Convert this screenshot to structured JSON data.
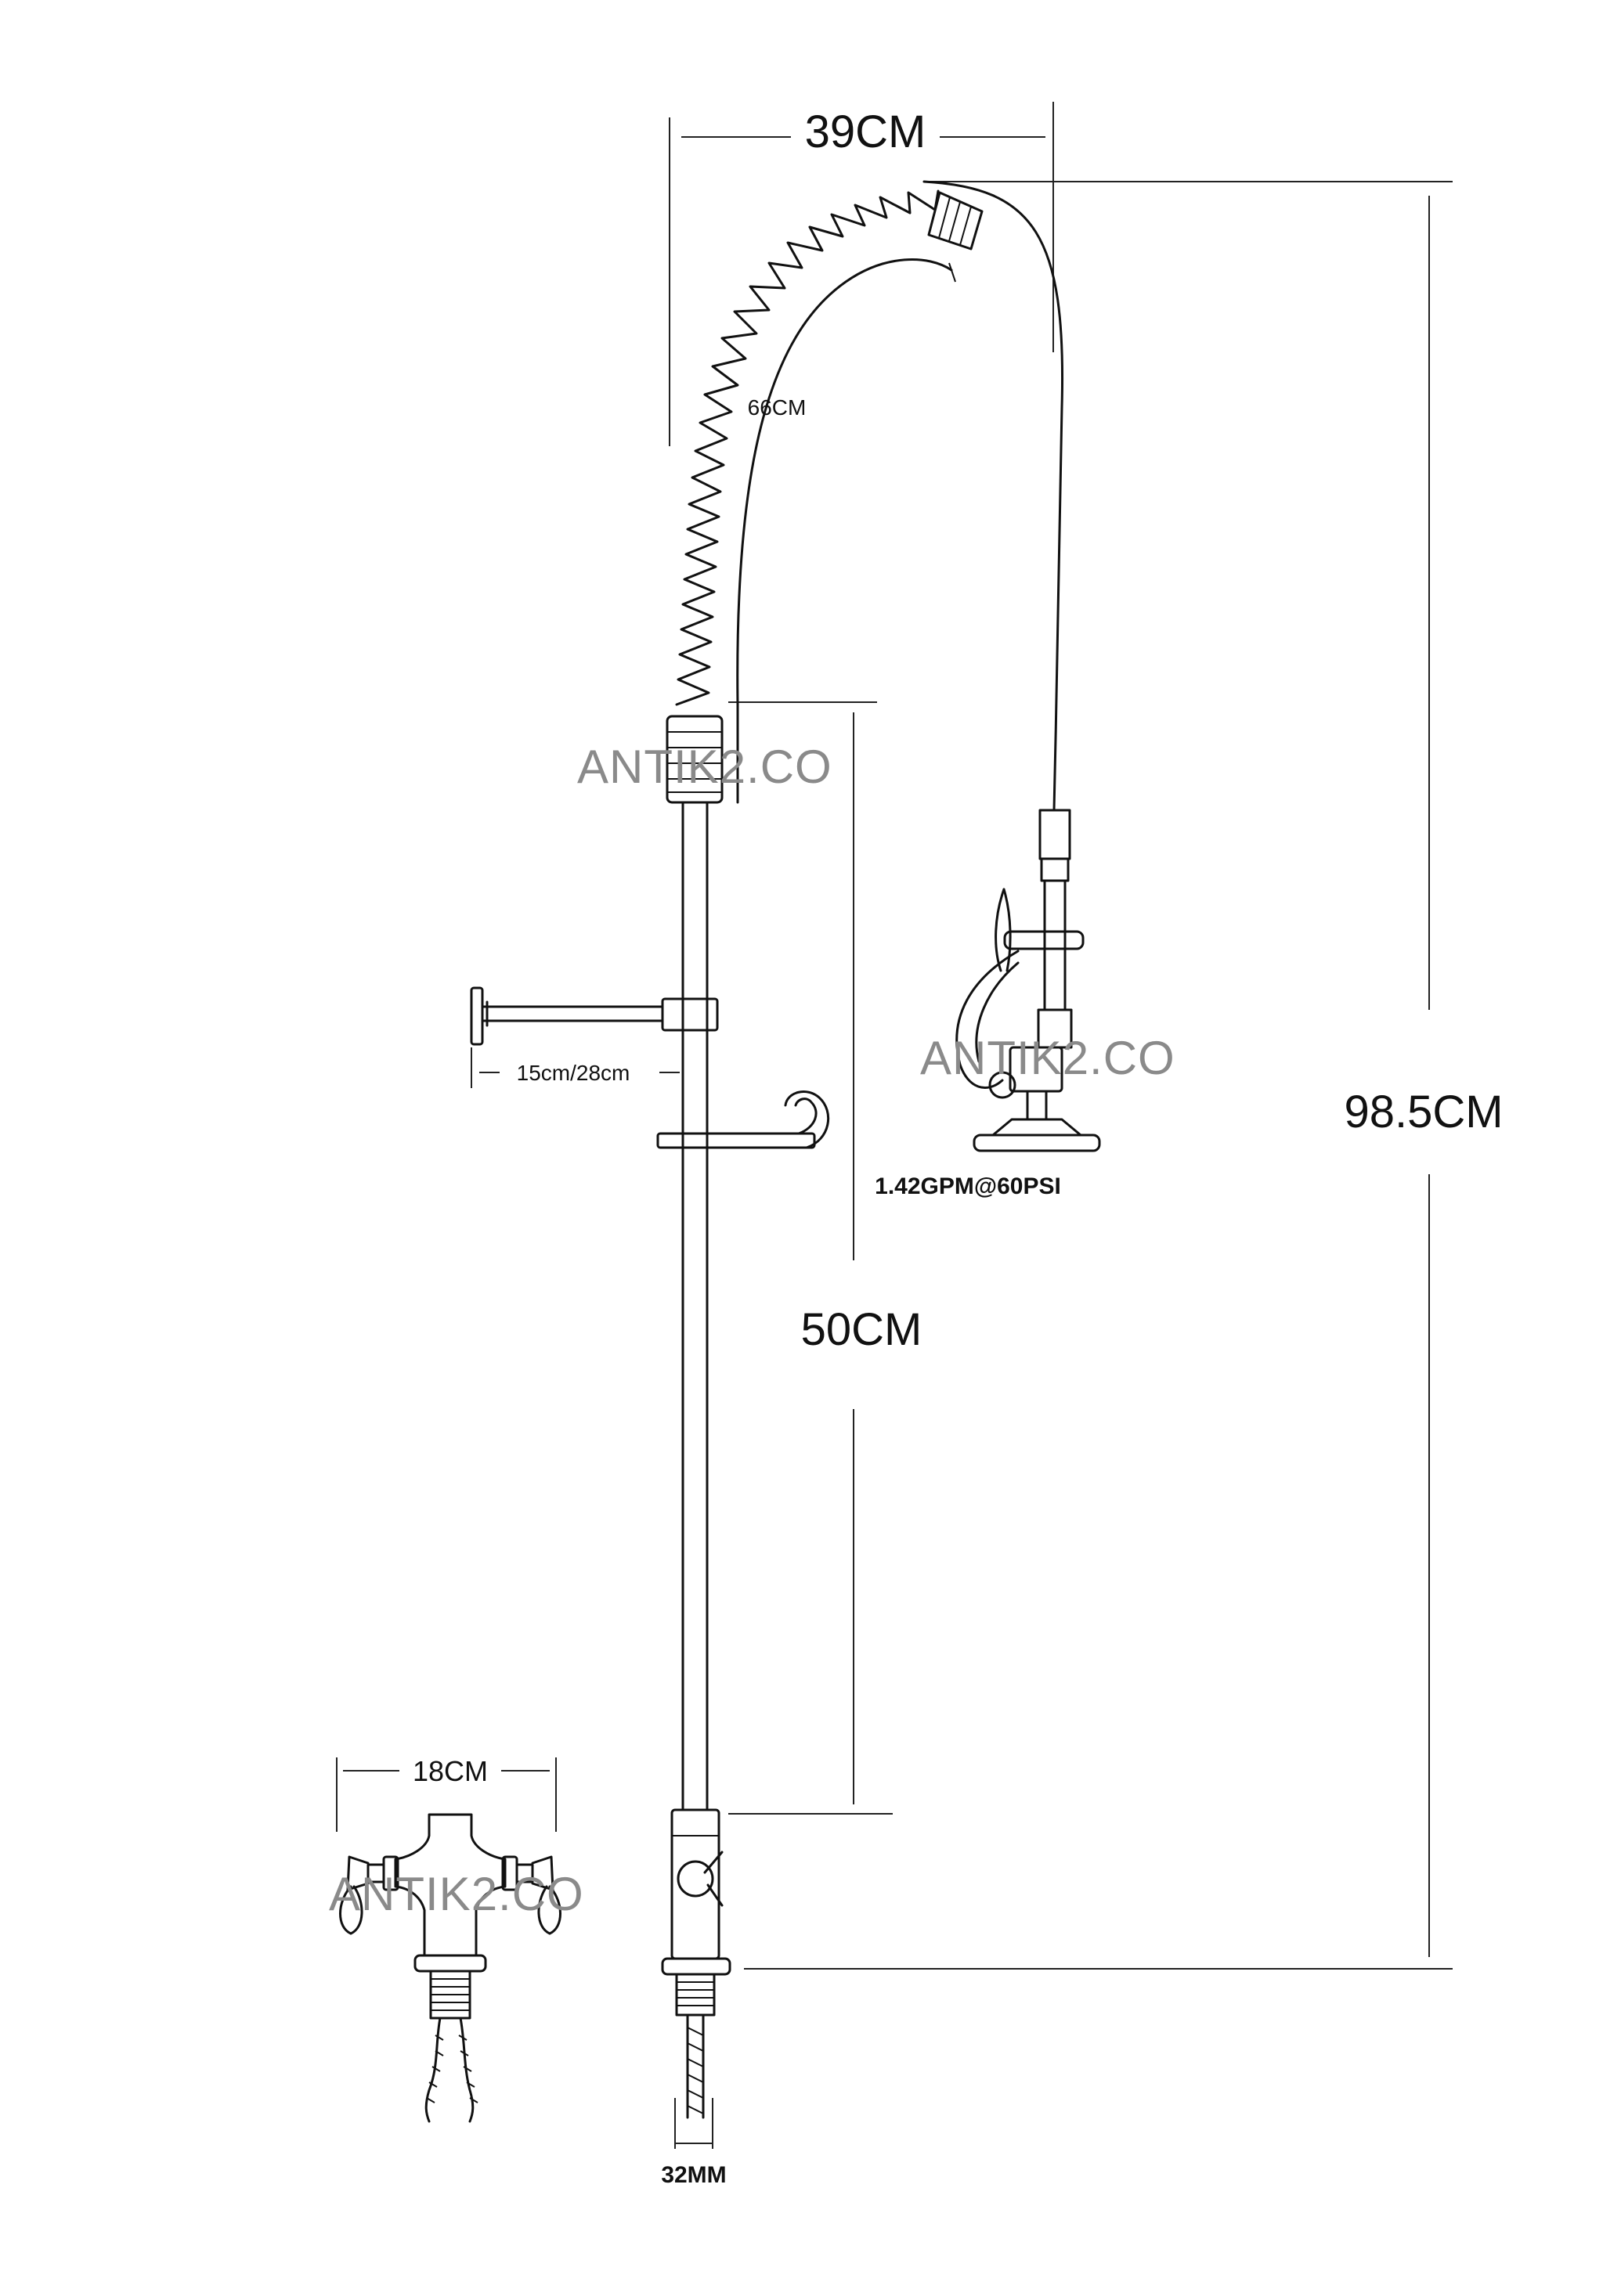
{
  "dimensions": {
    "top_width": "39CM",
    "spring_length": "66CM",
    "total_height": "98.5CM",
    "riser_height": "50CM",
    "wall_bracket": "15cm/28cm",
    "base_width": "18CM",
    "inlet": "32MM"
  },
  "spec": {
    "flow_rate": "1.42GPM@60PSI"
  },
  "watermark": "ANTIK2.CO"
}
